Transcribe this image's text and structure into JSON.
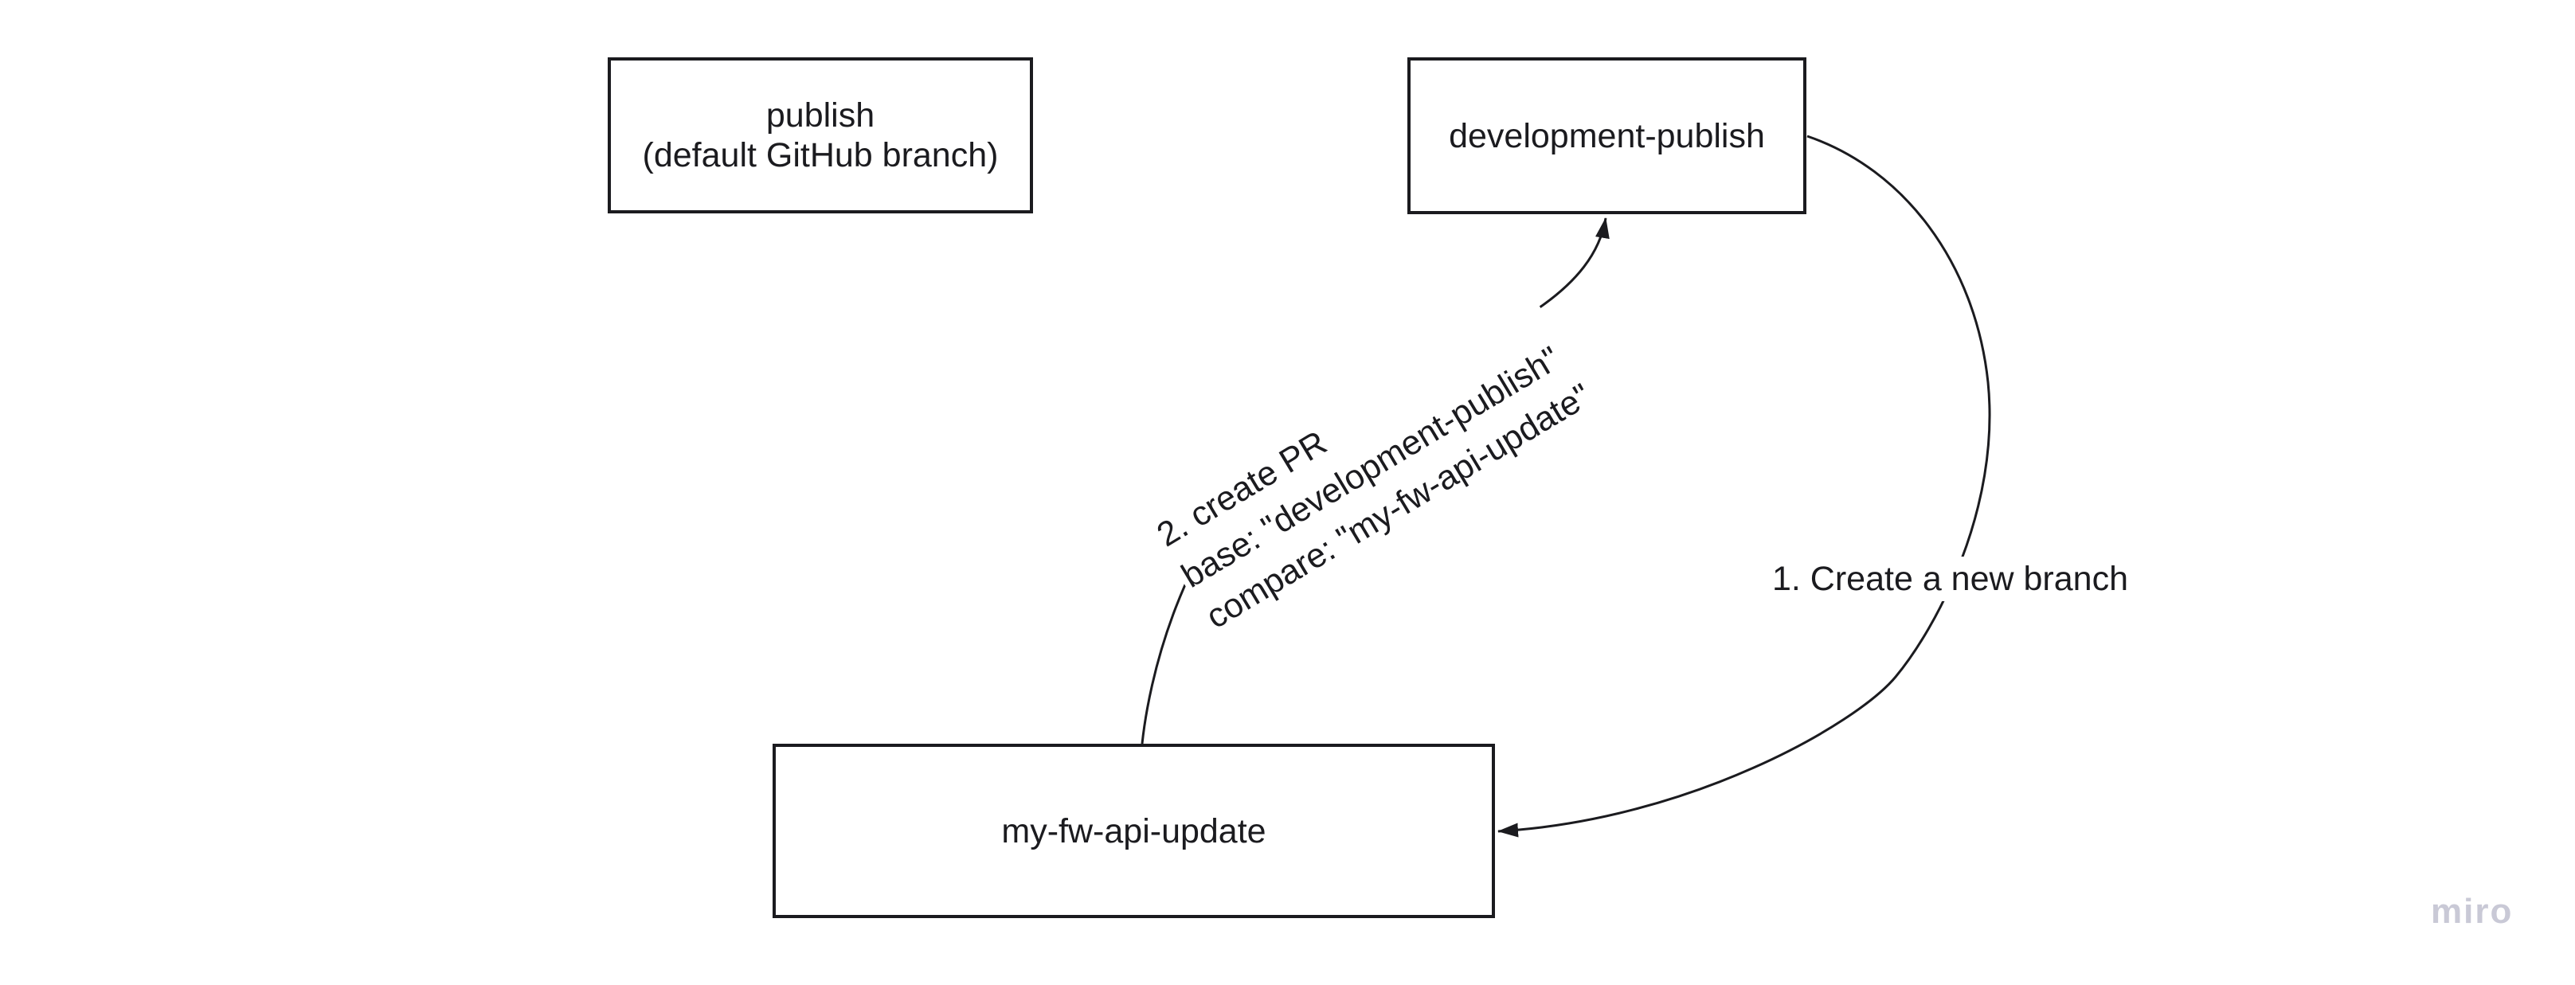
{
  "board": {
    "background": "#ffffff",
    "ink_color": "#1b1b1f",
    "watermark_color": "#c9c9d6"
  },
  "nodes": [
    {
      "id": "publish",
      "lines": [
        "publish",
        "(default GitHub branch)"
      ]
    },
    {
      "id": "development-publish",
      "lines": [
        "development-publish"
      ]
    },
    {
      "id": "my-fw-api-update",
      "lines": [
        "my-fw-api-update"
      ]
    }
  ],
  "connectors": [
    {
      "id": "create-branch",
      "from": "development-publish",
      "to": "my-fw-api-update",
      "label": "1. Create a new branch"
    },
    {
      "id": "create-pr",
      "from": "my-fw-api-update",
      "to": "development-publish",
      "lines": [
        "2. create PR",
        "base: \"development-publish\"",
        "compare: \"my-fw-api-update\""
      ]
    }
  ],
  "watermark": {
    "text": "miro"
  }
}
